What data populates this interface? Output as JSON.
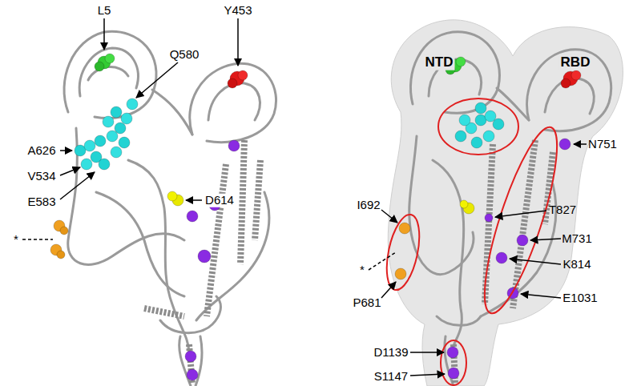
{
  "diagram": {
    "labels": [
      "L5",
      "Y453",
      "Q580",
      "A626",
      "V534",
      "E583",
      "D614",
      "*",
      "NTD",
      "RBD",
      "N751",
      "T827",
      "I692",
      "M731",
      "K814",
      "*",
      "P681",
      "E1031",
      "D1139",
      "S1147"
    ]
  }
}
